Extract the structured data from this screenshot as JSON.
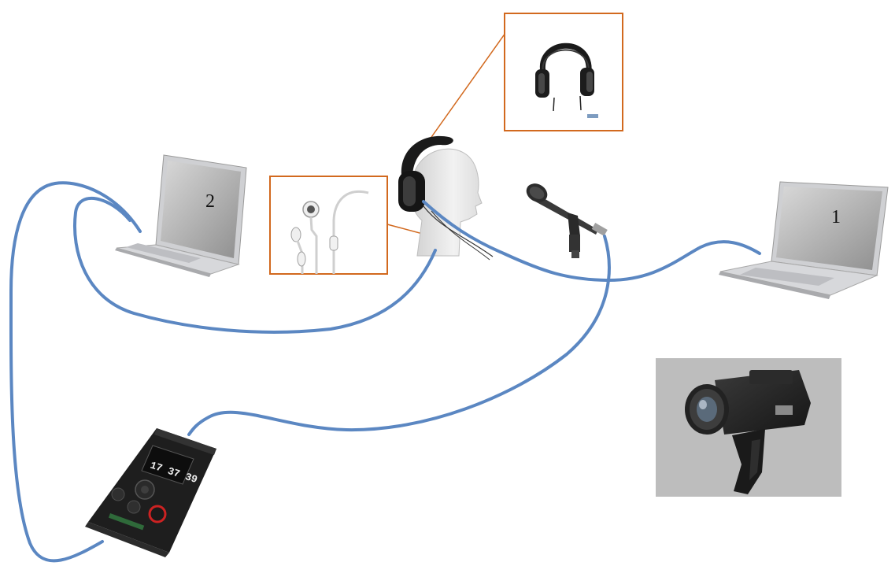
{
  "laptops": [
    {
      "id": "laptop-2",
      "label": "2"
    },
    {
      "id": "laptop-1",
      "label": "1"
    }
  ],
  "colors": {
    "cable": "#5B87C2",
    "callout_border": "#D2691E",
    "camera_background": "#BDBDBD",
    "laptop_silver": "#D6D7DA",
    "device_dark": "#1E1E1E"
  },
  "icons": [
    "laptop-icon",
    "dummy-head-icon",
    "over-ear-headphones-icon",
    "earbuds-icon",
    "microphone-icon",
    "audio-recorder-icon",
    "film-camera-icon"
  ],
  "recorder": {
    "display_time": "17 37 39"
  }
}
